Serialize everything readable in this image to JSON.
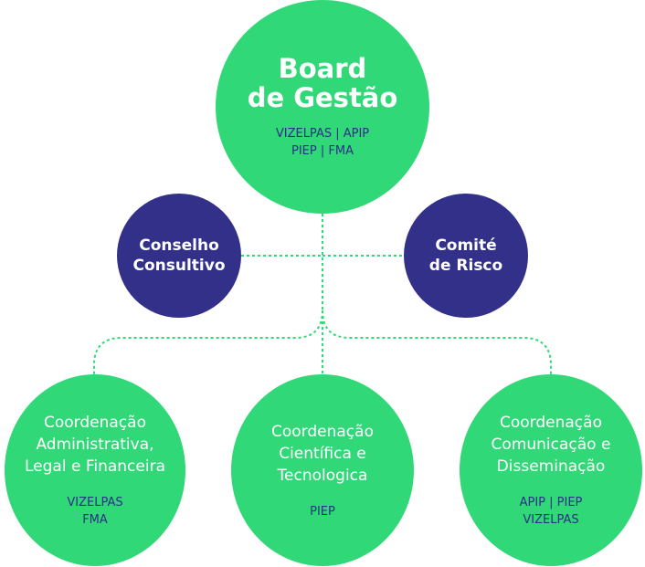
{
  "board": {
    "title_lines": [
      "Board",
      "de Gestão"
    ],
    "members_lines": [
      "VIZELPAS | APIP",
      "PIEP | FMA"
    ]
  },
  "conselho": {
    "title_lines": [
      "Conselho",
      "Consultivo"
    ]
  },
  "comite": {
    "title_lines": [
      "Comité",
      "de Risco"
    ]
  },
  "coordinations": [
    {
      "title_lines": [
        "Coordenação",
        "Administrativa,",
        "Legal e Financeira"
      ],
      "members_lines": [
        "VIZELPAS",
        "FMA"
      ]
    },
    {
      "title_lines": [
        "Coordenação",
        "Científica e",
        "Tecnologica"
      ],
      "members_lines": [
        "PIEP"
      ]
    },
    {
      "title_lines": [
        "Coordenação",
        "Comunicação e",
        "Disseminação"
      ],
      "members_lines": [
        "APIP | PIEP",
        "VIZELPAS"
      ]
    }
  ],
  "colors": {
    "green": "#31d878",
    "navy": "#33308a",
    "member_text": "#2a2f87",
    "connector": "#31d878"
  }
}
